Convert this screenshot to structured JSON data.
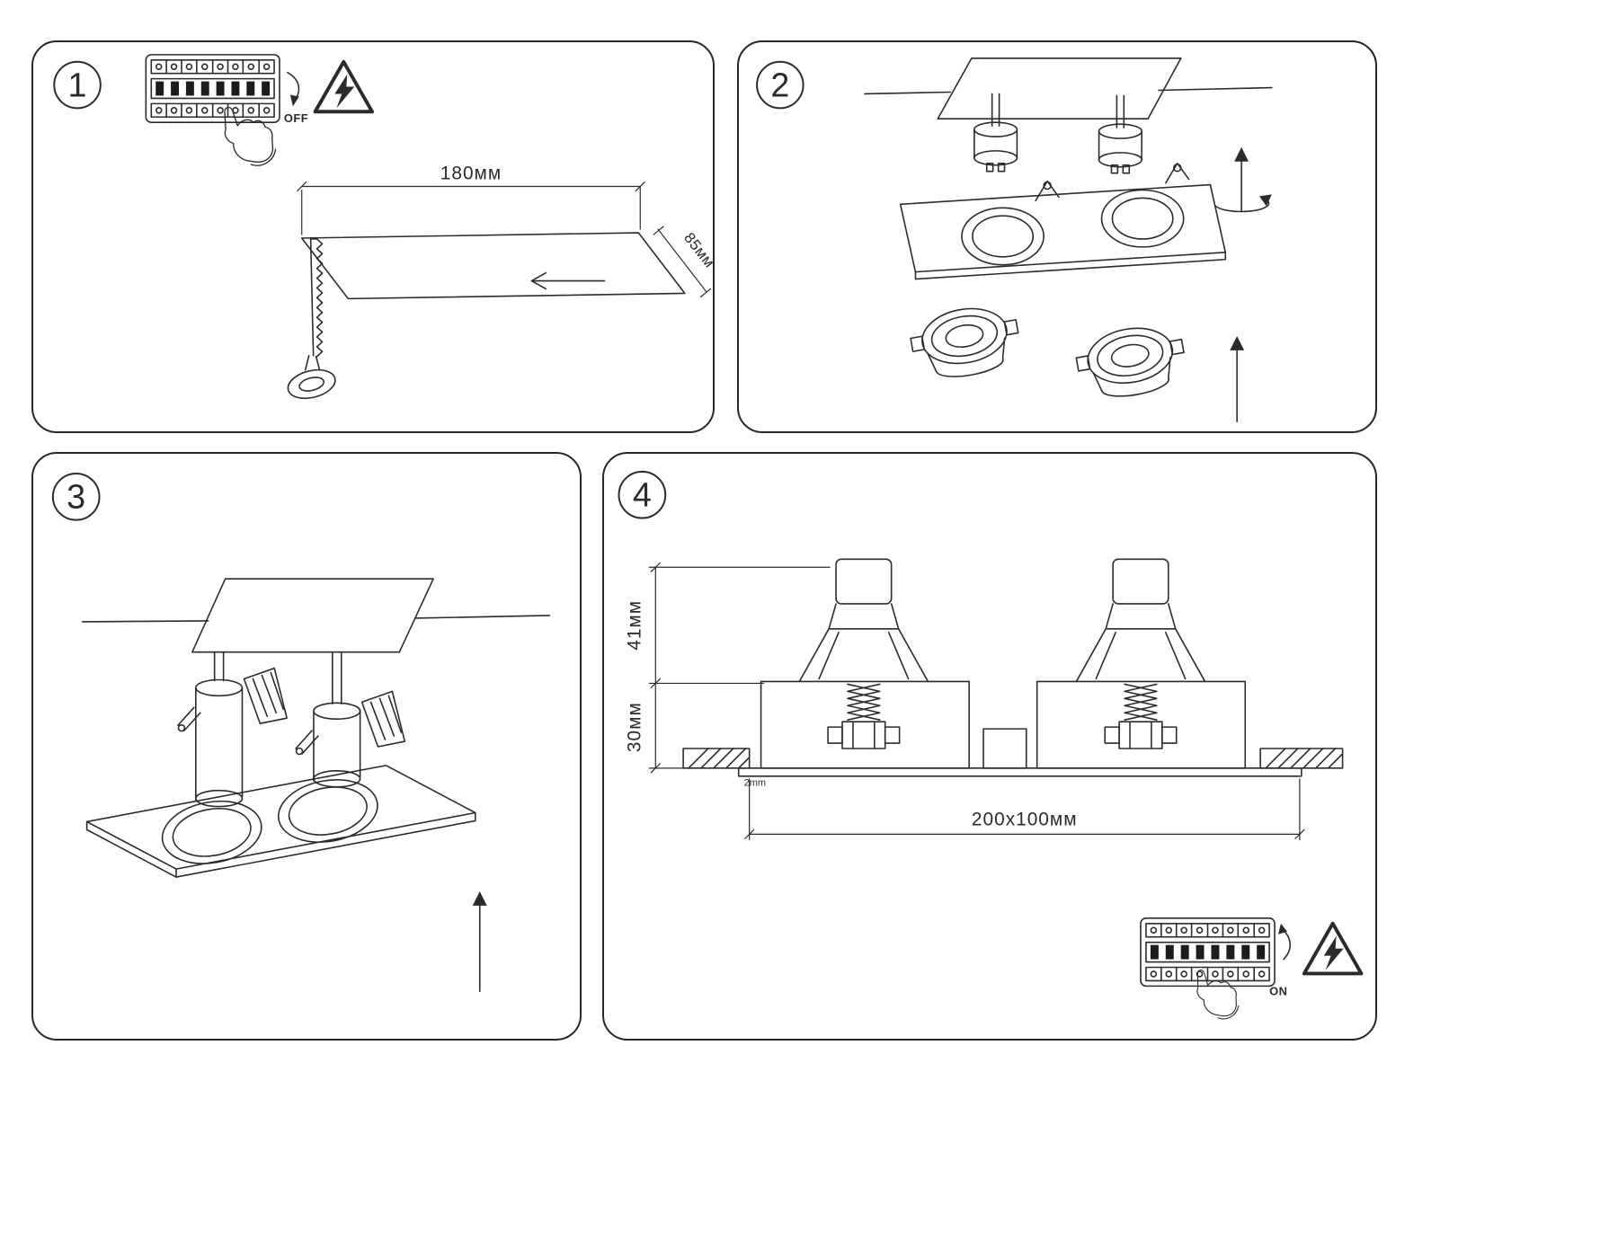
{
  "colors": {
    "background": "#ffffff",
    "line": "#2b2b2b"
  },
  "panel1": {
    "number": "1",
    "breaker_state": "OFF",
    "cutout_width": "180мм",
    "cutout_depth": "85мм"
  },
  "panel2": {
    "number": "2"
  },
  "panel3": {
    "number": "3"
  },
  "panel4": {
    "number": "4",
    "protrusion_height": "41мм",
    "recess_depth": "30мм",
    "cutout_size": "200x100мм",
    "plate_thickness": "2mm",
    "breaker_state": "ON"
  }
}
